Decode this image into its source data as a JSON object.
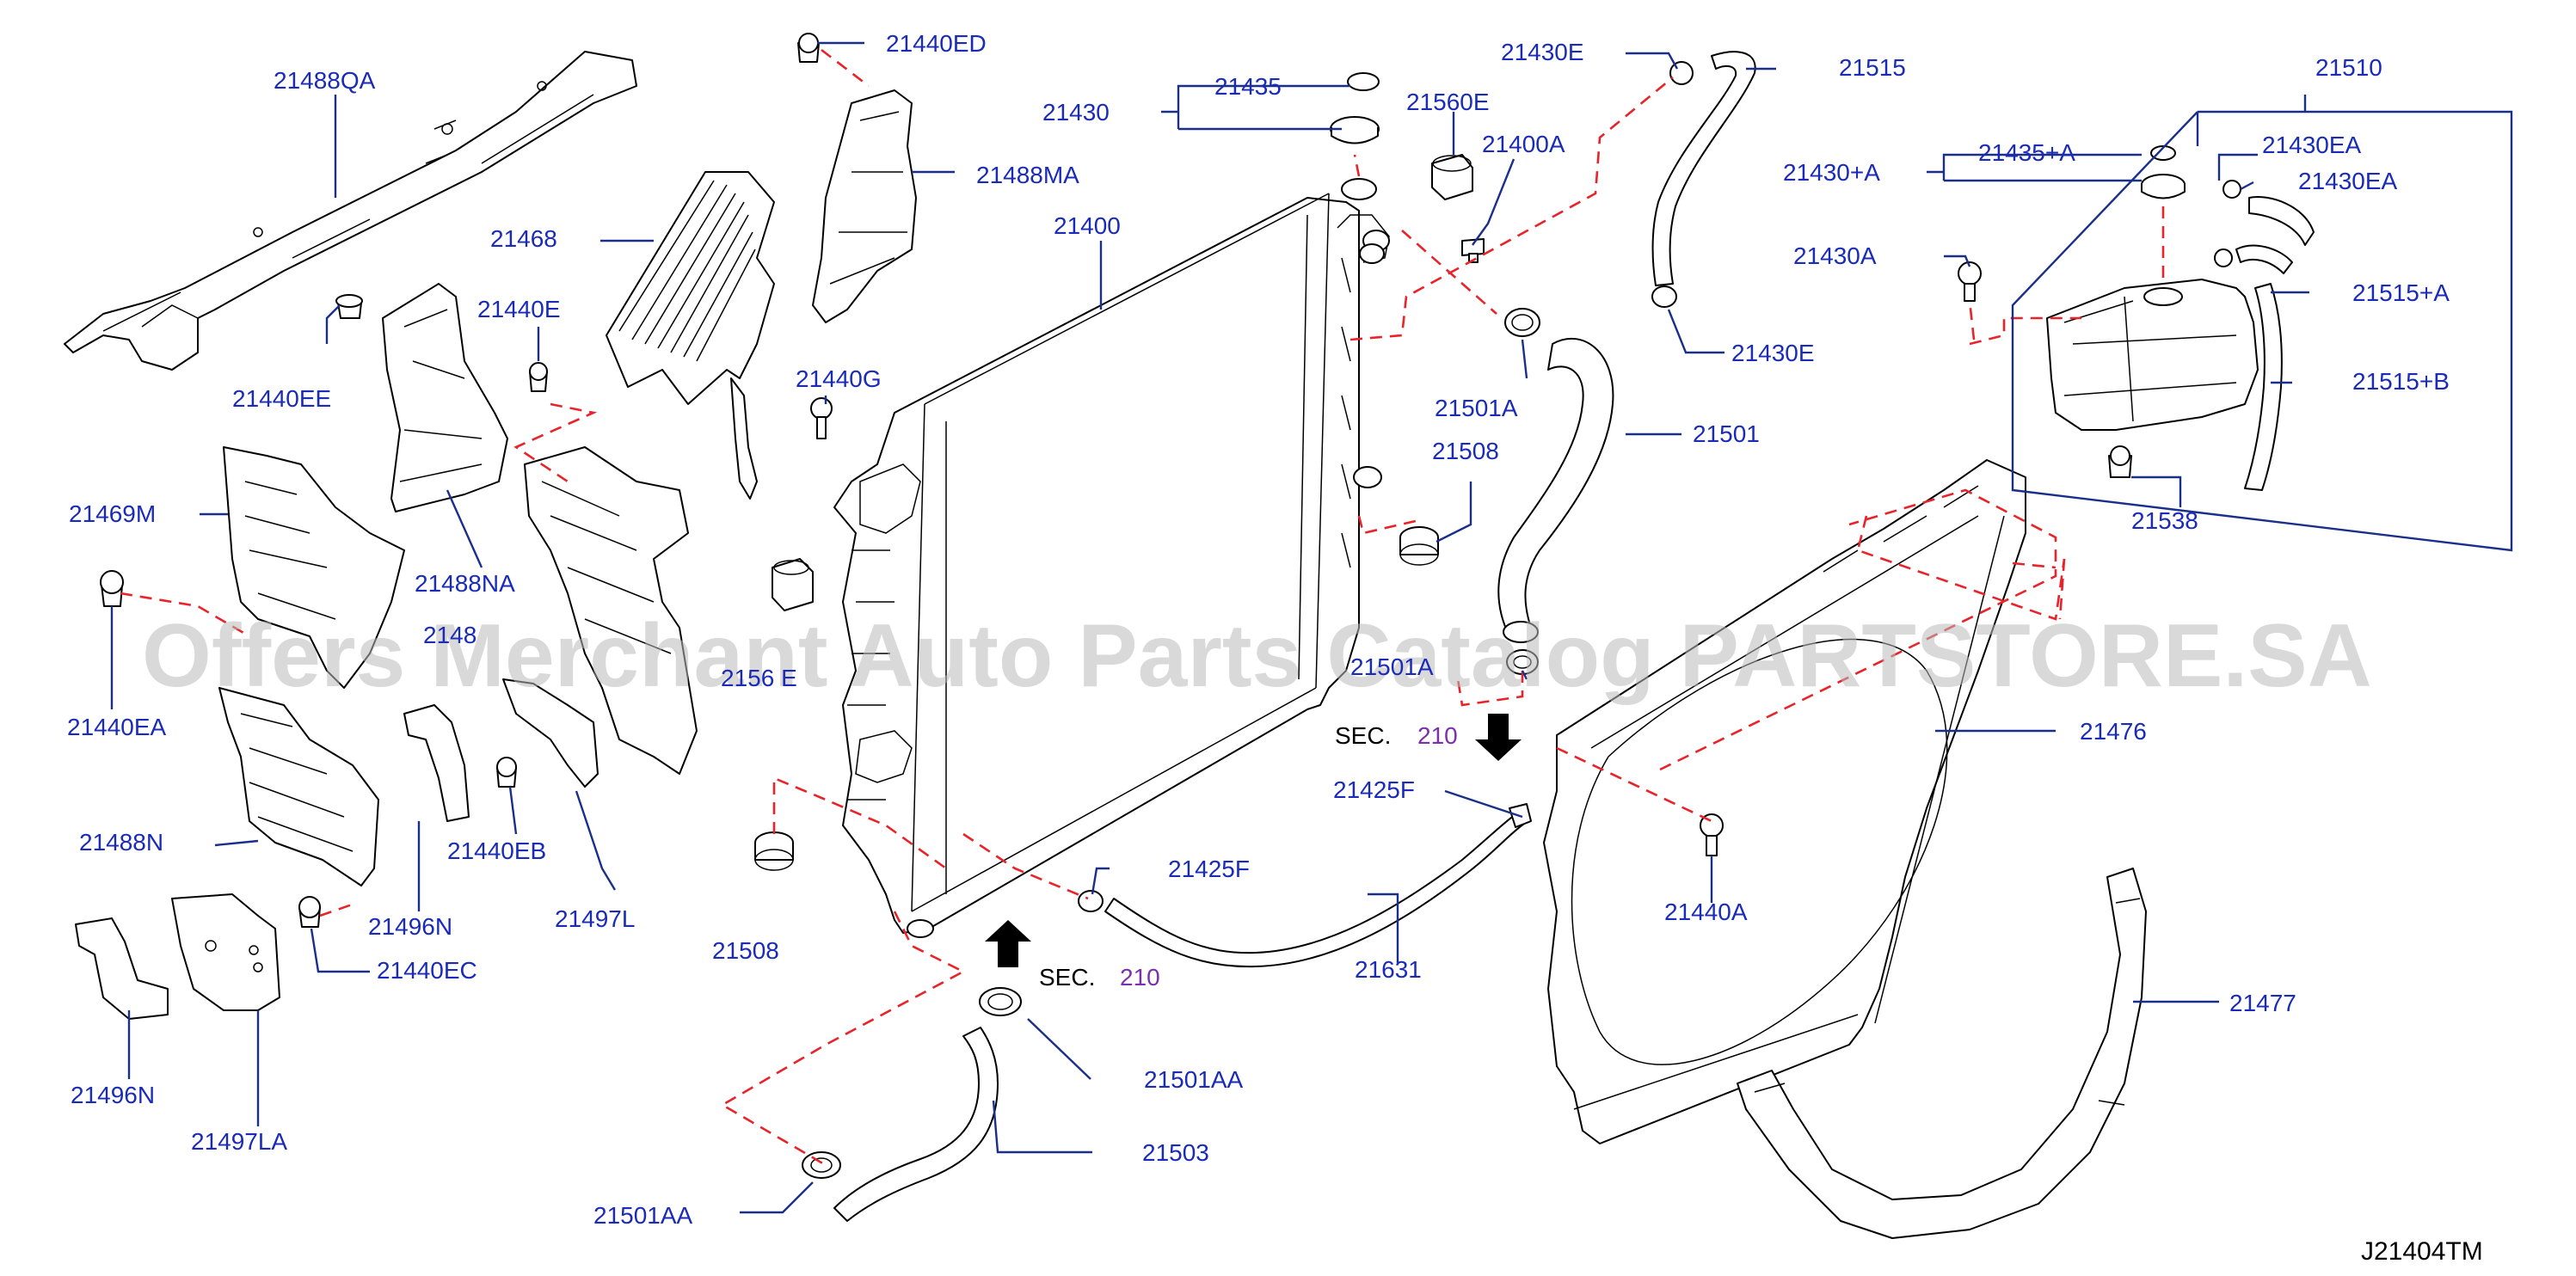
{
  "labels": {
    "l21488QA": "21488QA",
    "l21440EE": "21440EE",
    "l21468": "21468",
    "l21440E_1": "21440E",
    "l21469M": "21469M",
    "l21488NA": "21488NA",
    "l21488_partial": "2148",
    "l21440EA": "21440EA",
    "l21488N": "21488N",
    "l21496N_1": "21496N",
    "l21496N_2": "21496N",
    "l21497LA": "21497LA",
    "l21440EC": "21440EC",
    "l21440EB": "21440EB",
    "l21497L": "21497L",
    "l21440ED": "21440ED",
    "l21488MA": "21488MA",
    "l21430": "21430",
    "l21435": "21435",
    "l21400": "21400",
    "l21440G": "21440G",
    "l21560E_1": "21560E",
    "l21560E_2": "2156 E",
    "l21400A": "21400A",
    "l21508_1": "21508",
    "l21508_2": "21508",
    "l21501A_1": "21501A",
    "l21501A_2": "21501A",
    "l21501": "21501",
    "l21430E_1": "21430E",
    "l21430E_2": "21430E",
    "l21515": "21515",
    "l21430A_1": "21430+A",
    "l21435A": "21435+A",
    "l21430A": "21430A",
    "l21430EA_1": "21430EA",
    "l21430EA_2": "21430EA",
    "l21510": "21510",
    "l21515A": "21515+A",
    "l21515B": "21515+B",
    "l21538": "21538",
    "l21476": "21476",
    "l21425F_1": "21425F",
    "l21425F_2": "21425F",
    "l21440A": "21440A",
    "l21631": "21631",
    "l21477": "21477",
    "l21501AA_1": "21501AA",
    "l21501AA_2": "21501AA",
    "l21503": "21503"
  },
  "sec_refs": {
    "word_1": "SEC.",
    "num_1": "210",
    "word_2": "SEC.",
    "num_2": "210"
  },
  "drawing_code": "J21404TM",
  "watermark": "Offers Merchant Auto Parts Catalog PARTSTORE.SA"
}
